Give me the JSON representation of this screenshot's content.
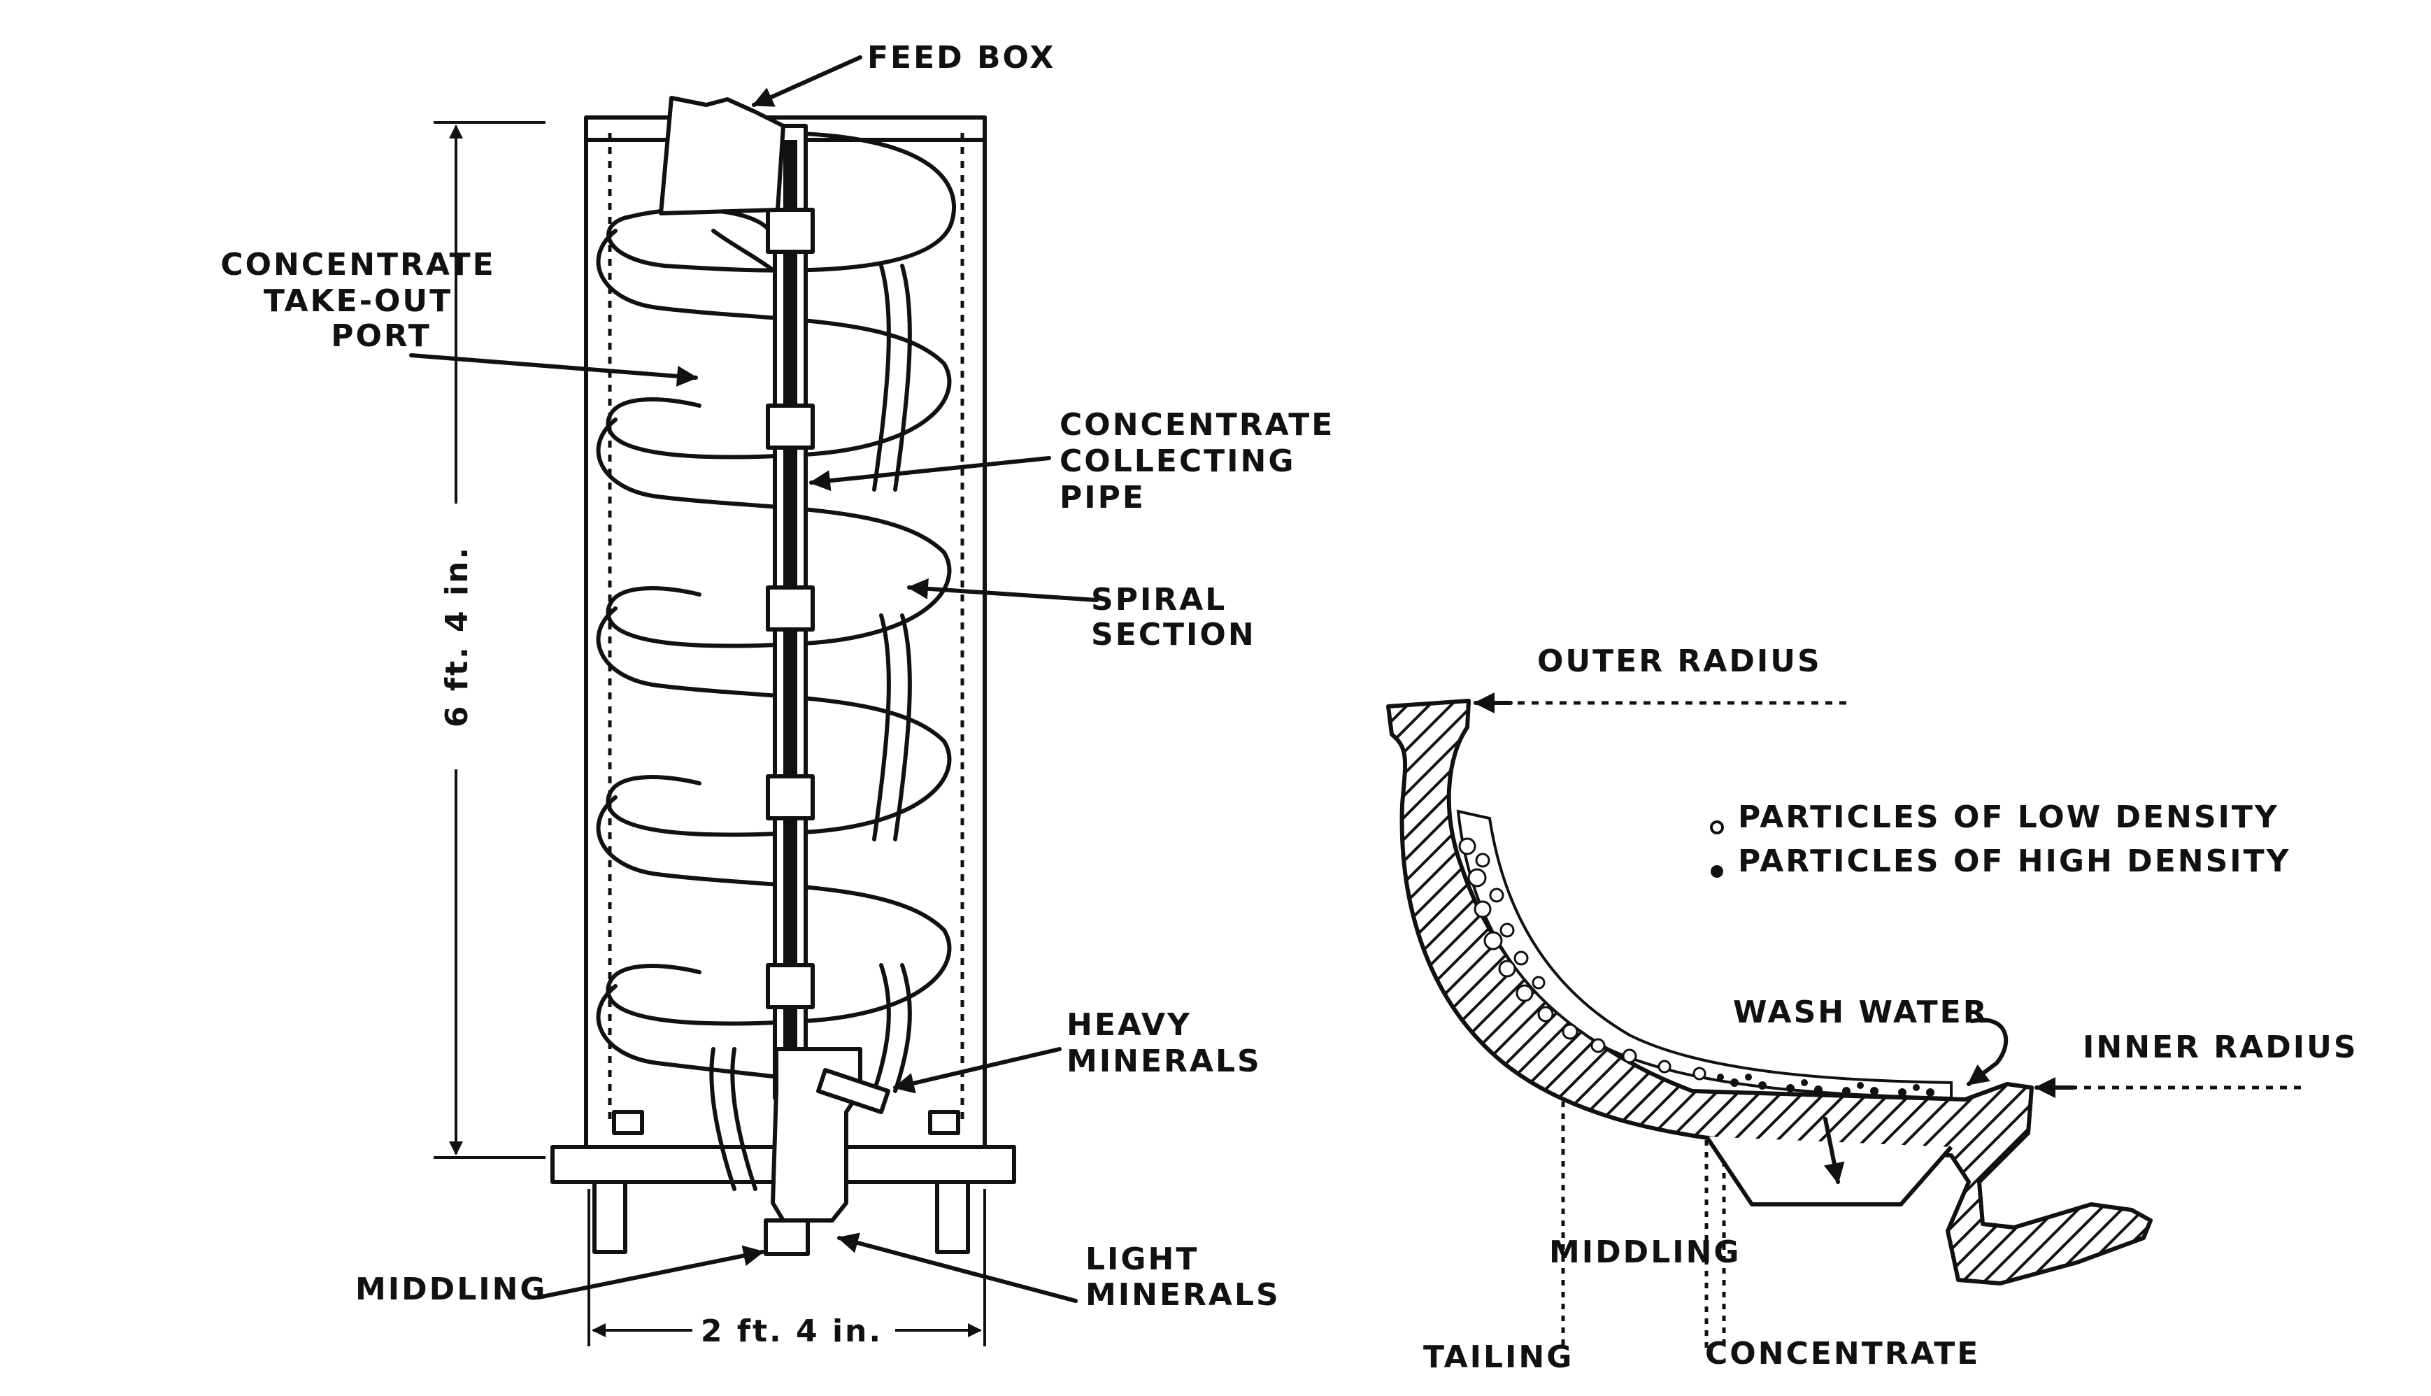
{
  "spiral_diagram": {
    "labels": {
      "feed_box": "FEED BOX",
      "concentrate_takeout_1": "CONCENTRATE",
      "concentrate_takeout_2": "TAKE-OUT",
      "concentrate_takeout_3": "PORT",
      "collecting_pipe_1": "CONCENTRATE",
      "collecting_pipe_2": "COLLECTING",
      "collecting_pipe_3": "PIPE",
      "spiral_section_1": "SPIRAL",
      "spiral_section_2": "SECTION",
      "heavy_minerals_1": "HEAVY",
      "heavy_minerals_2": "MINERALS",
      "light_minerals_1": "LIGHT",
      "light_minerals_2": "MINERALS",
      "middling": "MIDDLING",
      "height_dimension": "6 ft. 4 in.",
      "width_dimension": "2 ft. 4 in."
    }
  },
  "cross_section": {
    "labels": {
      "outer_radius": "OUTER RADIUS",
      "inner_radius": "INNER RADIUS",
      "wash_water": "WASH WATER",
      "middling": "MIDDLING",
      "tailing": "TAILING",
      "concentrate": "CONCENTRATE"
    },
    "legend": {
      "low_density": "PARTICLES OF LOW DENSITY",
      "high_density": "PARTICLES OF HIGH DENSITY"
    }
  }
}
